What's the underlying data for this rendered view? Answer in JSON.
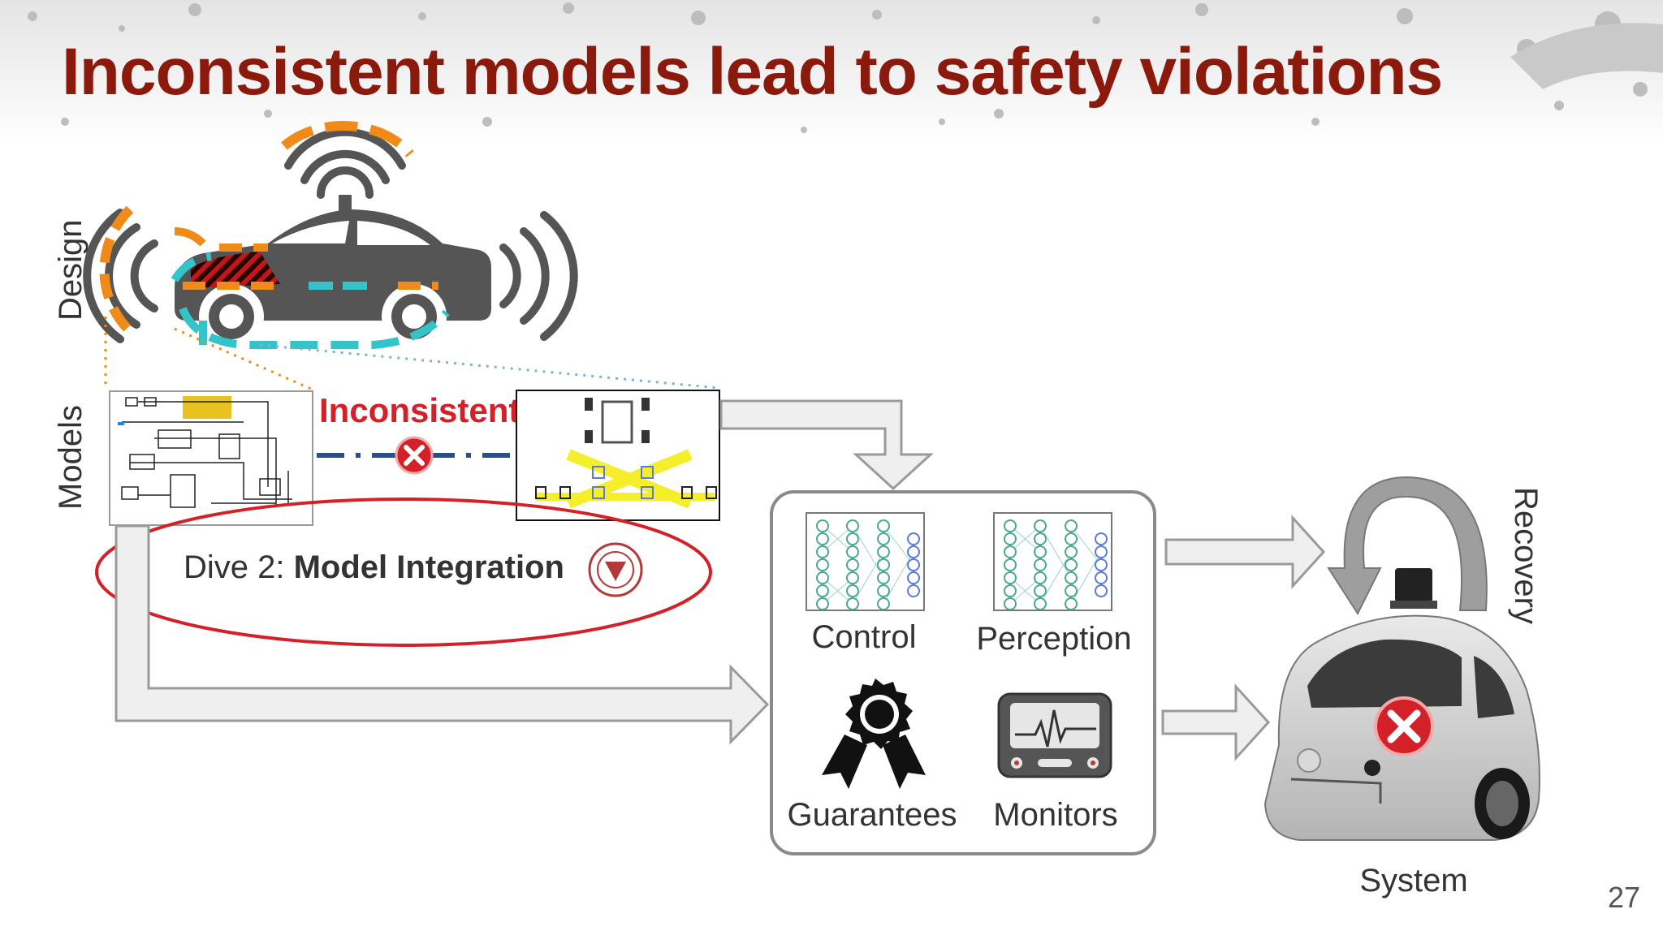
{
  "slide": {
    "title": "Inconsistent models lead to safety violations",
    "page_number": "27"
  },
  "colors": {
    "title": "#8b1a0d",
    "accent_red": "#d42028",
    "orange": "#f08a18",
    "teal": "#32c4c8",
    "blue_dash": "#2b4f8c",
    "arrow_fill": "#efefef",
    "arrow_stroke": "#9a9a9a",
    "car_body": "#555555"
  },
  "labels": {
    "design": "Design",
    "models": "Models",
    "inconsistent": "Inconsistent",
    "dive_prefix": "Dive 2: ",
    "dive_bold": "Model Integration",
    "recovery": "Recovery",
    "system": "System"
  },
  "components": [
    {
      "label": "Control",
      "icon": "neural-network-icon"
    },
    {
      "label": "Perception",
      "icon": "neural-network-icon"
    },
    {
      "label": "Guarantees",
      "icon": "award-ribbon-icon"
    },
    {
      "label": "Monitors",
      "icon": "heart-monitor-icon"
    }
  ]
}
